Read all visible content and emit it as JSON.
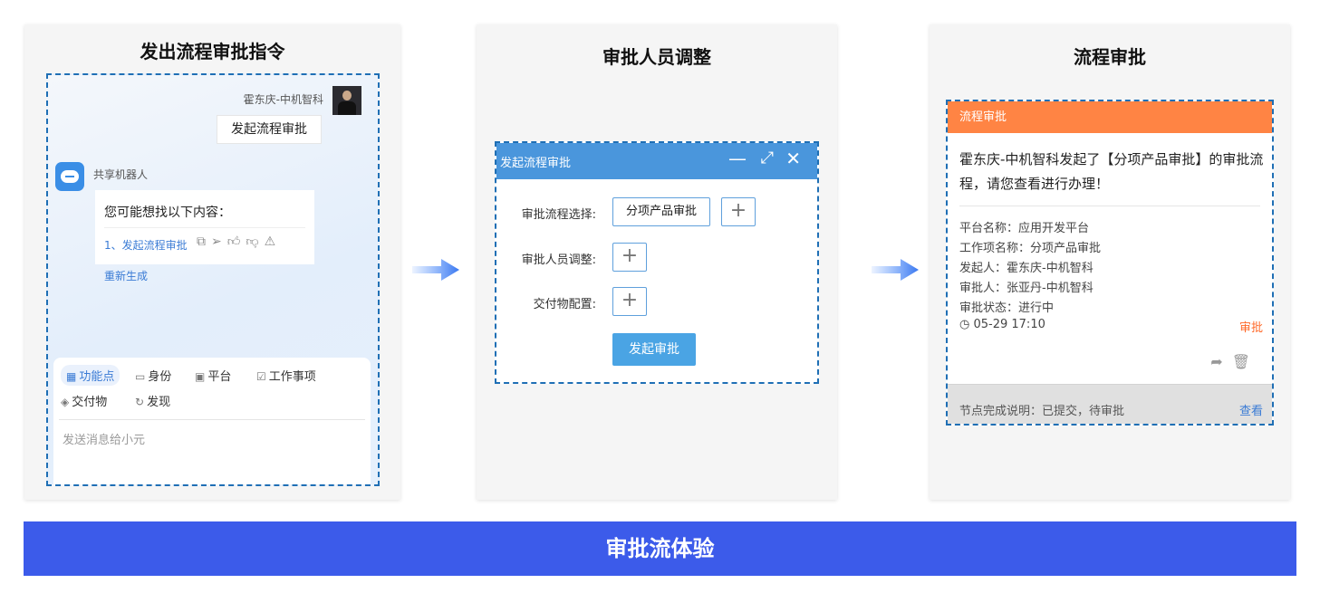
{
  "panel1": {
    "title": "发出流程审批指令",
    "user_name": "霍东庆-中机智科",
    "user_message": "发起流程审批",
    "robot_name": "共享机器人",
    "bot_text": "您可能想找以下内容：",
    "bot_link": "1、发起流程审批",
    "regenerate": "重新生成",
    "tools": [
      "功能点",
      "身份",
      "平台",
      "工作事项",
      "交付物",
      "发现"
    ],
    "input_placeholder": "发送消息给小元"
  },
  "panel2": {
    "title": "审批人员调整",
    "dialog_title": "发起流程审批",
    "labels": [
      "审批流程选择:",
      "审批人员调整:",
      "交付物配置:"
    ],
    "selected_flow": "分项产品审批",
    "submit": "发起审批"
  },
  "panel3": {
    "title": "流程审批",
    "header": "流程审批",
    "main_text": "霍东庆-中机智科发起了【分项产品审批】的审批流程，请您查看进行办理！",
    "info": [
      "平台名称：应用开发平台",
      "工作项名称：分项产品审批",
      "发起人：霍东庆-中机智科",
      "审批人：张亚丹-中机智科",
      "审批状态：进行中"
    ],
    "time": "05-29 17:10",
    "approve": "审批",
    "footer_text": "节点完成说明：已提交，待审批",
    "view": "查看"
  },
  "banner": "审批流体验",
  "colors": {
    "dialog_header": "#4a96dc",
    "card_header": "#ff8444",
    "banner": "#3c5bea",
    "link": "#3a7bd5"
  }
}
